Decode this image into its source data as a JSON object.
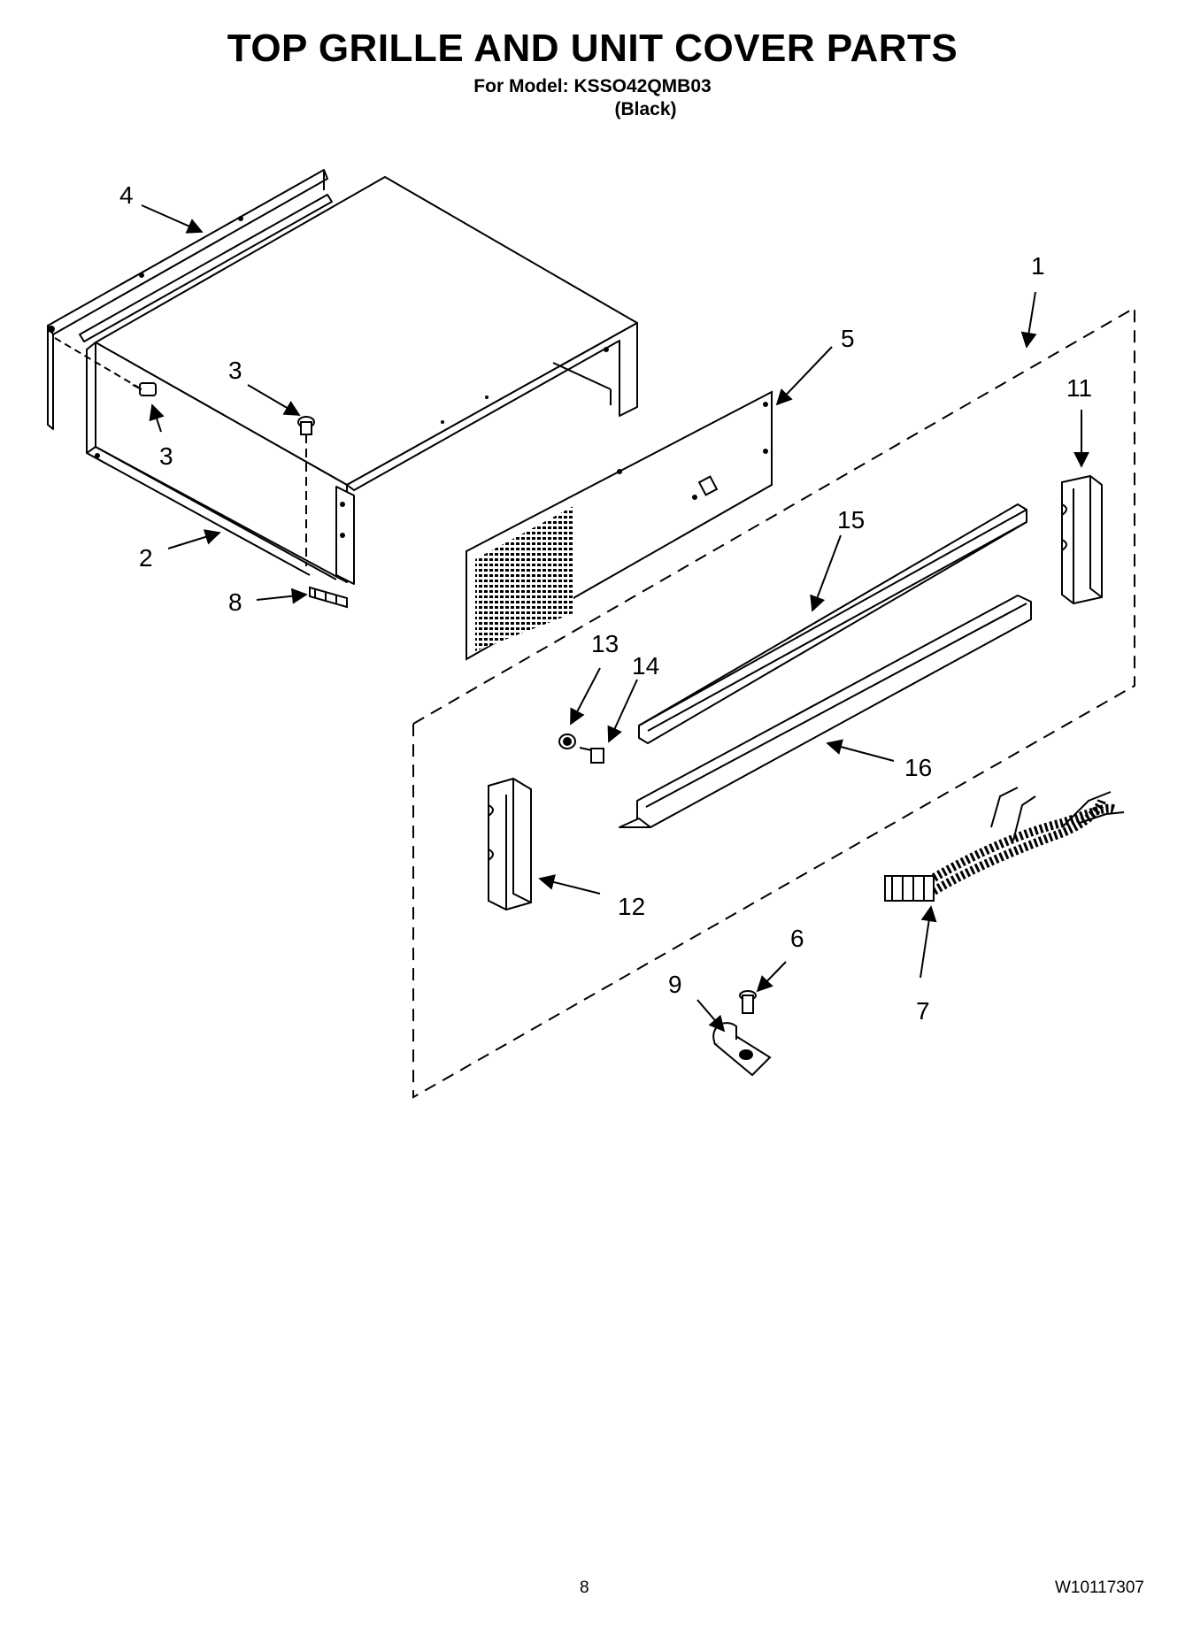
{
  "header": {
    "title": "TOP GRILLE AND UNIT COVER PARTS",
    "model_line": "For Model: KSSO42QMB03",
    "color_line": "(Black)"
  },
  "callouts": {
    "c1": "1",
    "c2": "2",
    "c3a": "3",
    "c3b": "3",
    "c4": "4",
    "c5": "5",
    "c6": "6",
    "c7": "7",
    "c8": "8",
    "c9": "9",
    "c11": "11",
    "c12": "12",
    "c13": "13",
    "c14": "14",
    "c15": "15",
    "c16": "16"
  },
  "footer": {
    "page_number": "8",
    "doc_number": "W10117307"
  }
}
